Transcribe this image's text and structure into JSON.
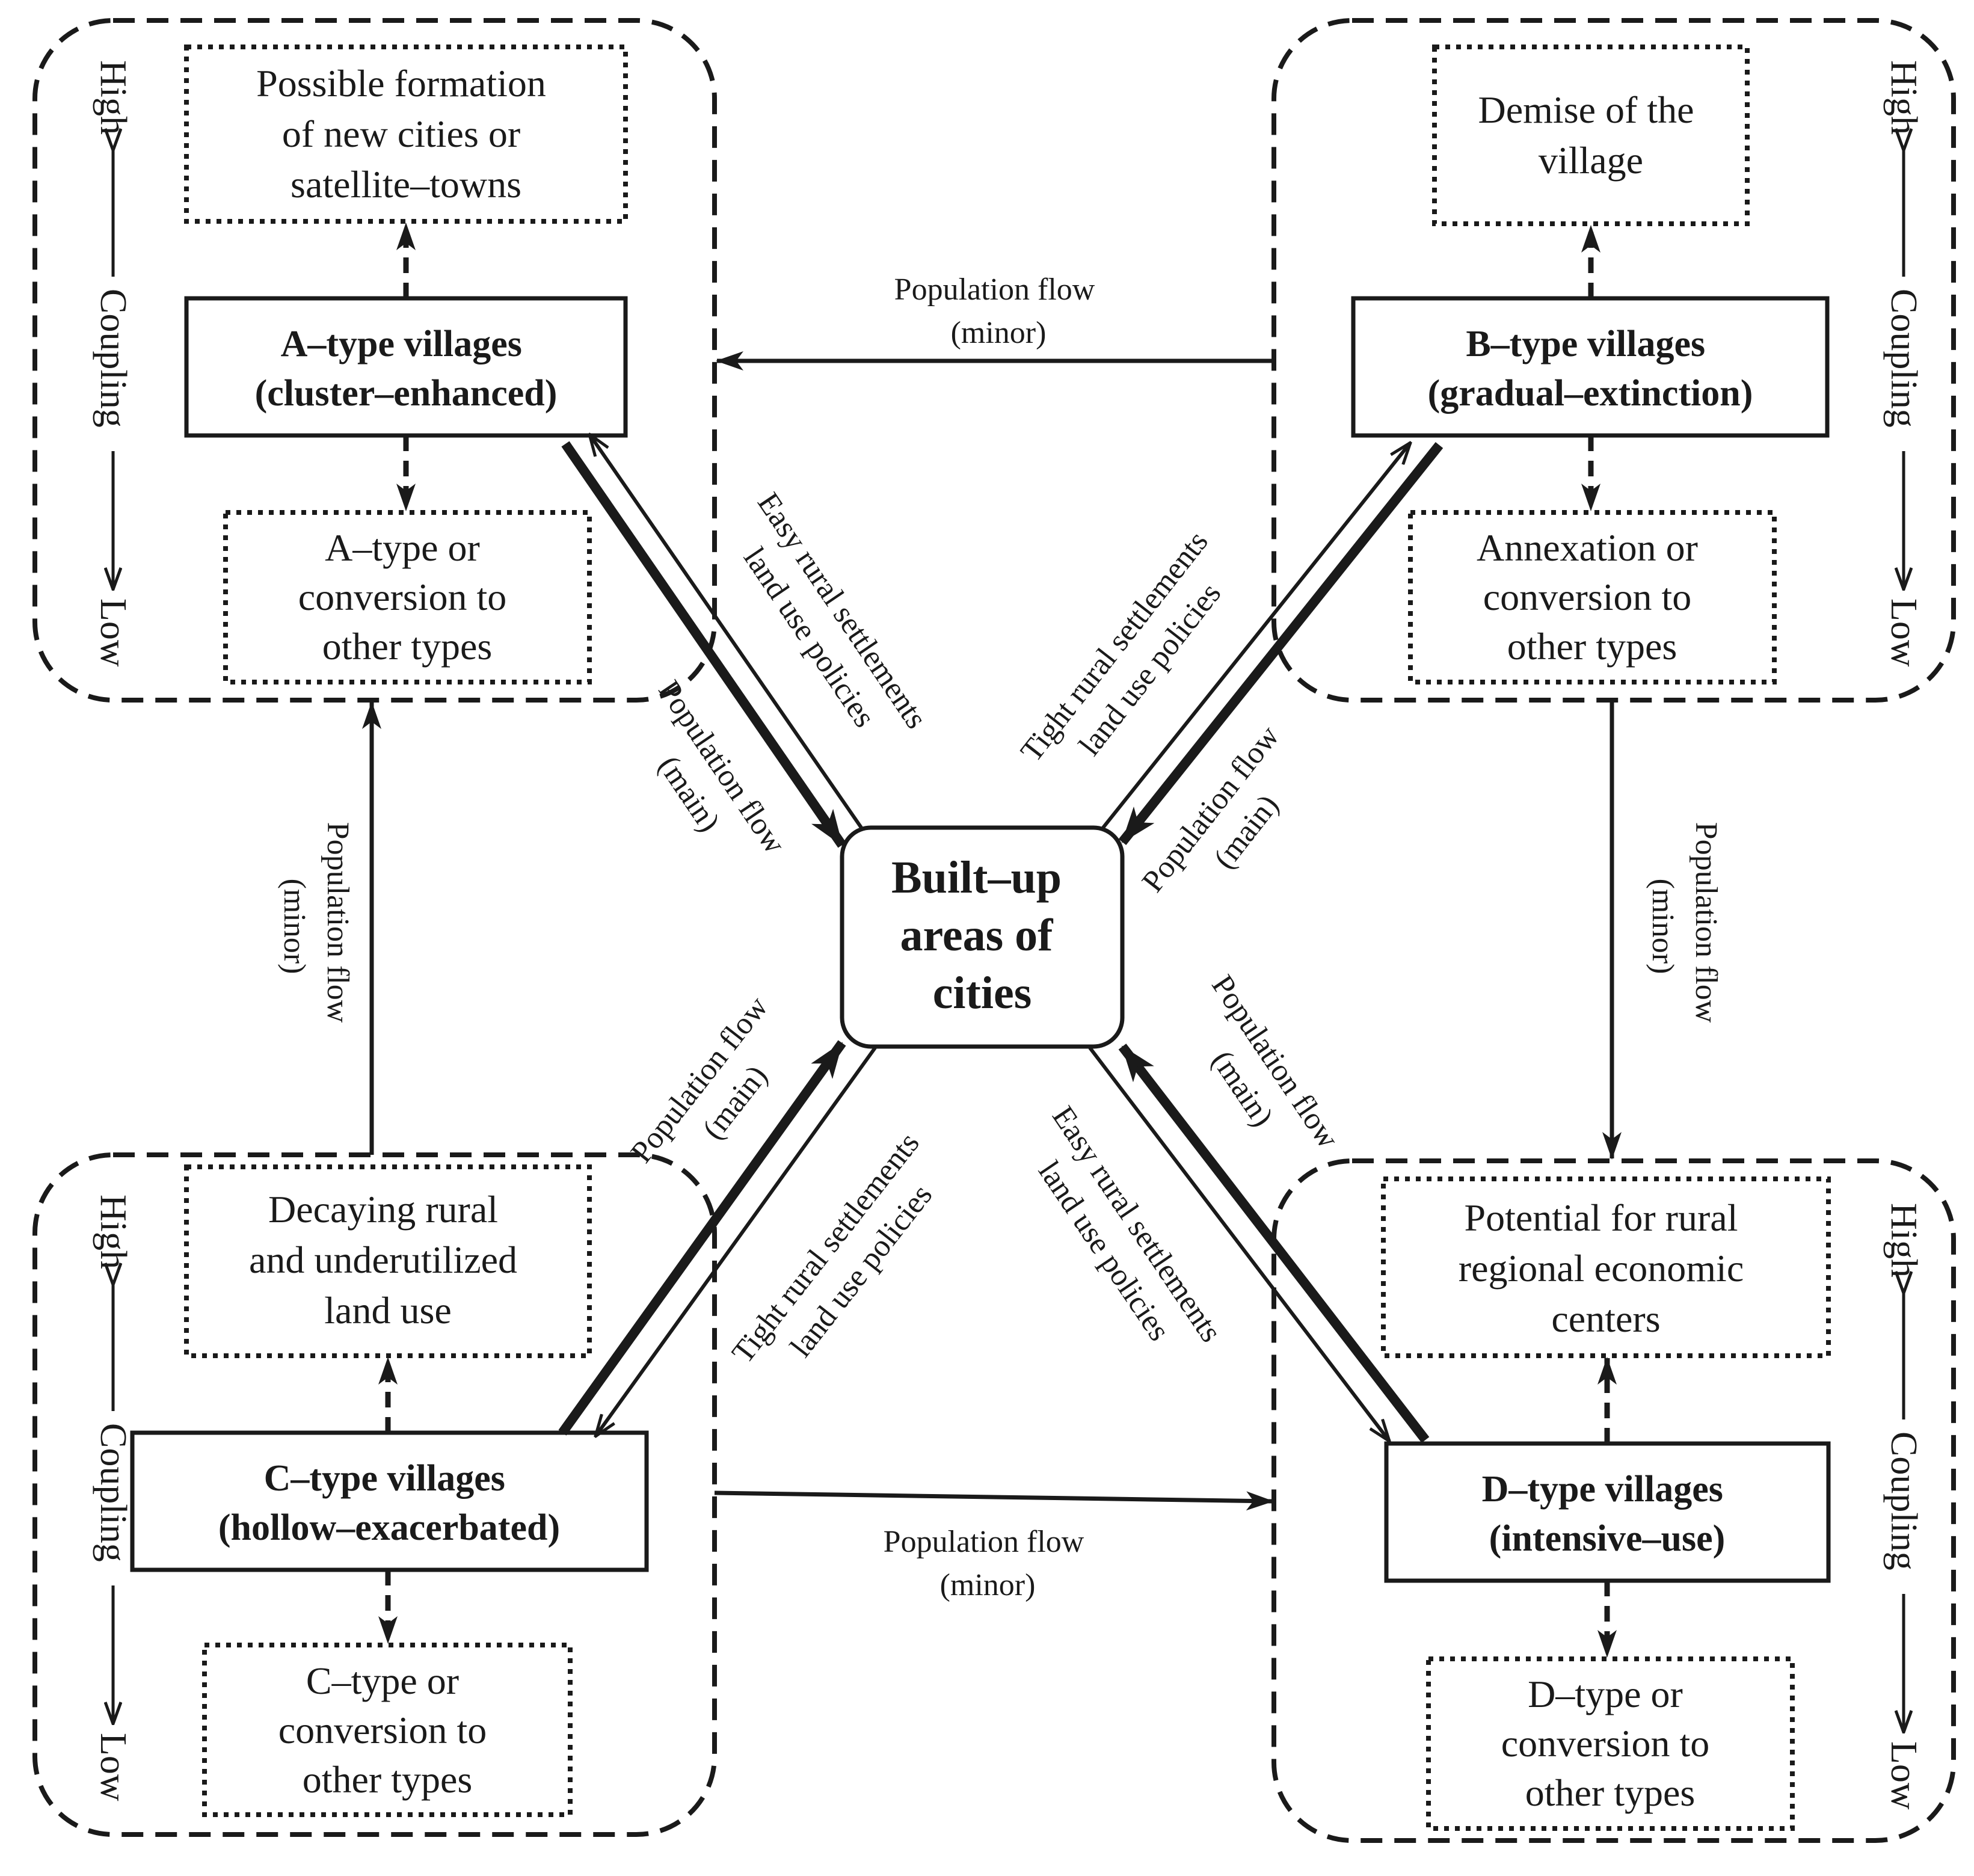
{
  "center": {
    "lines": [
      "Built–up",
      "areas of",
      "cities"
    ]
  },
  "quadrants": {
    "A": {
      "title": [
        "A–type villages",
        "(cluster–enhanced)"
      ],
      "top": [
        "Possible formation",
        "of new cities or",
        "satellite–towns"
      ],
      "bottom": [
        "A–type or",
        "conversion to",
        "other types"
      ]
    },
    "B": {
      "title": [
        "B–type villages",
        "(gradual–extinction)"
      ],
      "top": [
        "Demise of the",
        "village"
      ],
      "bottom": [
        "Annexation or",
        "conversion to",
        "other types"
      ]
    },
    "C": {
      "title": [
        "C–type villages",
        "(hollow–exacerbated)"
      ],
      "top": [
        "Decaying rural",
        "and underutilized",
        "land use"
      ],
      "bottom": [
        "C–type or",
        "conversion to",
        "other types"
      ]
    },
    "D": {
      "title": [
        "D–type villages",
        "(intensive–use)"
      ],
      "top": [
        "Potential for rural",
        "regional economic",
        "centers"
      ],
      "bottom": [
        "D–type or",
        "conversion to",
        "other types"
      ]
    }
  },
  "coupling_axis": {
    "high": "High",
    "label": "Coupling",
    "low": "Low"
  },
  "flows": {
    "minor": [
      "Population flow",
      "(minor)"
    ],
    "main": [
      "Population flow",
      "(main)"
    ]
  },
  "policies": {
    "easy": [
      "Easy rural settlements",
      "land use policies"
    ],
    "tight_ab": [
      "Tight rural  settlements",
      "land use policies"
    ],
    "tight_cd": [
      "Tight rural settlements",
      "land use policies"
    ]
  }
}
